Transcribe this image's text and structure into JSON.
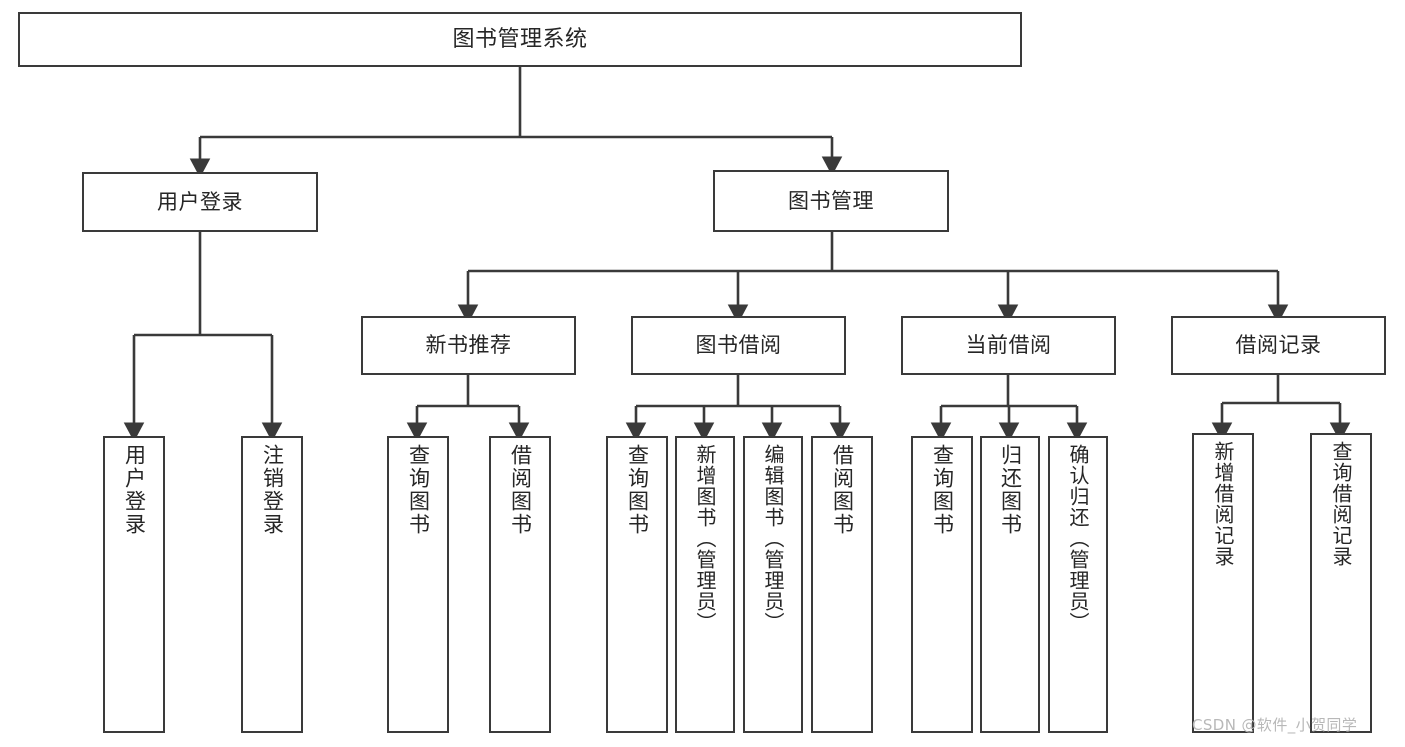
{
  "diagram": {
    "title": "图书管理系统",
    "type": "tree",
    "root": {
      "label": "图书管理系统"
    },
    "level2": [
      {
        "id": "user-login",
        "label": "用户登录"
      },
      {
        "id": "book-management",
        "label": "图书管理"
      }
    ],
    "level3": [
      {
        "id": "new-book-recommend",
        "label": "新书推荐",
        "parent": "book-management"
      },
      {
        "id": "book-borrow",
        "label": "图书借阅",
        "parent": "book-management"
      },
      {
        "id": "current-borrow",
        "label": "当前借阅",
        "parent": "book-management"
      },
      {
        "id": "borrow-record",
        "label": "借阅记录",
        "parent": "book-management"
      }
    ],
    "leaves": [
      {
        "id": "leaf-user-login",
        "label": "用户登录",
        "parent": "user-login"
      },
      {
        "id": "leaf-user-logout",
        "label": "注销登录",
        "parent": "user-login"
      },
      {
        "id": "leaf-query-book-1",
        "label": "查询图书",
        "parent": "new-book-recommend"
      },
      {
        "id": "leaf-borrow-book-1",
        "label": "借阅图书",
        "parent": "new-book-recommend"
      },
      {
        "id": "leaf-query-book-2",
        "label": "查询图书",
        "parent": "book-borrow"
      },
      {
        "id": "leaf-add-book",
        "label": "新增图书（管理员）",
        "parent": "book-borrow"
      },
      {
        "id": "leaf-edit-book",
        "label": "编辑图书（管理员）",
        "parent": "book-borrow"
      },
      {
        "id": "leaf-borrow-book-2",
        "label": "借阅图书",
        "parent": "book-borrow"
      },
      {
        "id": "leaf-query-book-3",
        "label": "查询图书",
        "parent": "current-borrow"
      },
      {
        "id": "leaf-return-book",
        "label": "归还图书",
        "parent": "current-borrow"
      },
      {
        "id": "leaf-confirm-return",
        "label": "确认归还（管理员）",
        "parent": "current-borrow"
      },
      {
        "id": "leaf-add-record",
        "label": "新增借阅记录",
        "parent": "borrow-record"
      },
      {
        "id": "leaf-query-record",
        "label": "查询借阅记录",
        "parent": "borrow-record"
      }
    ],
    "watermark": "CSDN @软件_小贺同学",
    "colors": {
      "stroke": "#3a3a3a",
      "background": "#ffffff",
      "text": "#262626",
      "watermark": "#b8b8b8"
    }
  }
}
